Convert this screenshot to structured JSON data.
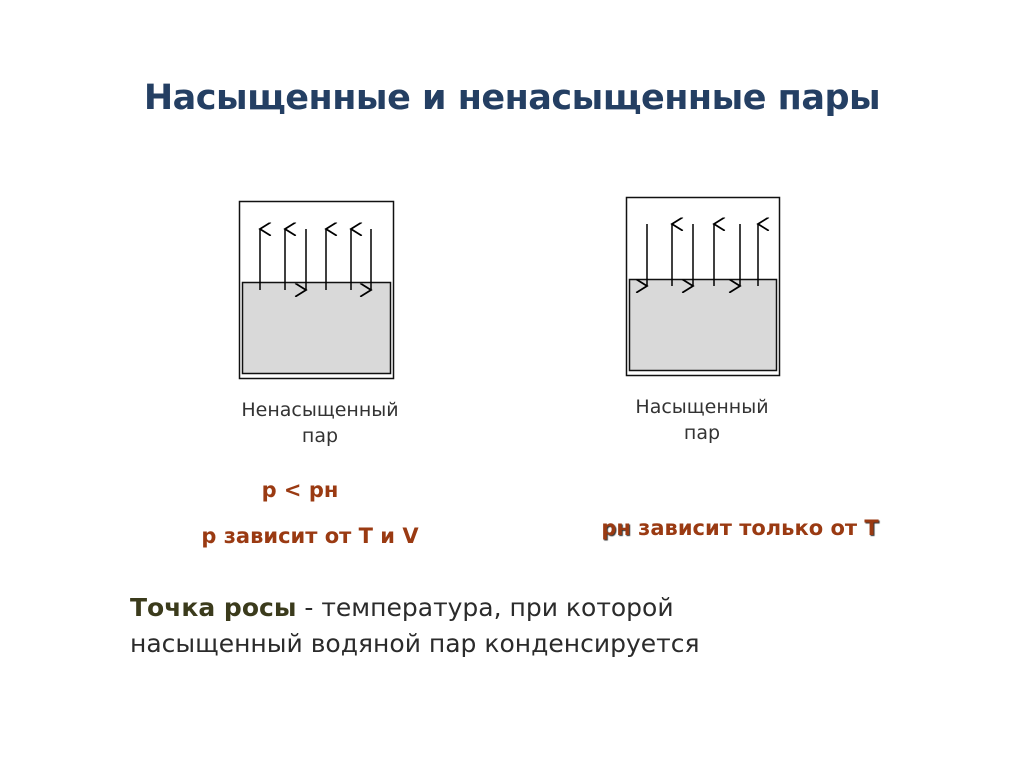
{
  "title": "Насыщенные и ненасыщенные пары",
  "left_diagram": {
    "caption_line1": "Ненасыщенный",
    "caption_line2": "пар",
    "arrows": [
      "up",
      "up",
      "down",
      "up",
      "up",
      "down"
    ],
    "formula": "p < pн",
    "dependency": "p зависит от T и V"
  },
  "right_diagram": {
    "caption_line1": "Насыщенный",
    "caption_line2": "пар",
    "arrows": [
      "down",
      "up",
      "down",
      "up",
      "down",
      "up"
    ],
    "dependency_symbol": "pн",
    "dependency_text": " зависит только от ",
    "dependency_var": "T"
  },
  "definition": {
    "term": "Точка росы",
    "text_line1": " - температура, при которой",
    "text_line2": "насыщенный водяной пар конденсируется"
  },
  "colors": {
    "title": "#243f63",
    "accent": "#9a3a12",
    "liquid": "#d9d9d9"
  }
}
